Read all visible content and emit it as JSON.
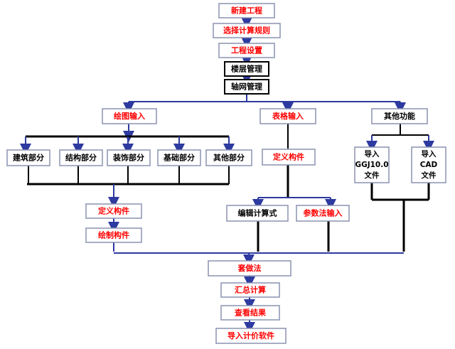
{
  "colors": {
    "box_fill": "#ffffff",
    "box_border": "#8a92b0",
    "text_red": "#ff0000",
    "text_black": "#000000",
    "connector_blue": "#2d3aa0",
    "connector_black": "#000000"
  },
  "flow": {
    "new_project": "新建工程",
    "select_rules": "选择计算规则",
    "project_settings": "工程设置",
    "floor_management": "楼层管理",
    "axis_management": "轴网管理",
    "drawing_input": "绘图输入",
    "table_input": "表格输入",
    "other_functions": "其他功能",
    "building_part": "建筑部分",
    "structure_part": "结构部分",
    "decoration_part": "装饰部分",
    "foundation_part": "基础部分",
    "other_part": "其他部分",
    "define_component_left": "定义构件",
    "draw_component": "绘制构件",
    "define_component_mid": "定义构件",
    "edit_formula": "编辑计算式",
    "param_input": "参数法输入",
    "import_ggj": [
      "导入",
      "GGJ10.0",
      "文件"
    ],
    "import_cad": [
      "导入",
      "CAD",
      "文件"
    ],
    "apply_method": "套做法",
    "summary_calc": "汇总计算",
    "view_results": "查看结果",
    "import_pricing": "导入计价软件"
  }
}
